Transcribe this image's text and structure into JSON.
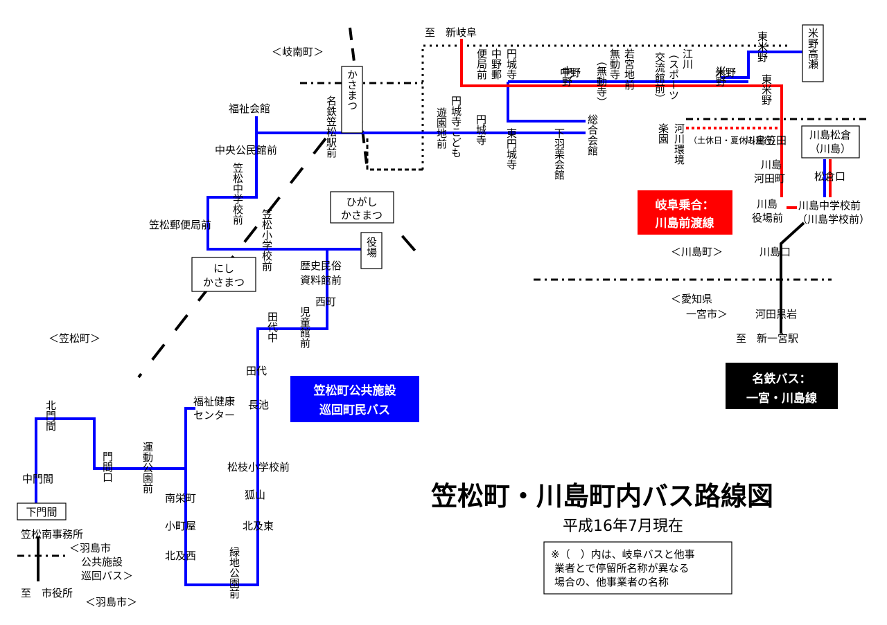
{
  "title": "笠松町・川島町内バス路線図",
  "subtitle": "平成16年7月現在",
  "note": [
    "※（　）内は、岐阜バスと他事",
    "業者とで停留所名称が異なる",
    "場合の、他事業者の名称"
  ],
  "colors": {
    "kasamatsu": "#0000ff",
    "gifu": "#ff0000",
    "meitetsu": "#000000"
  },
  "legend": {
    "kasamatsu": [
      "笠松町公共施設",
      "巡回町民バス"
    ],
    "gifu": [
      "岐阜乗合：",
      "川島前渡線"
    ],
    "meitetsu": [
      "名鉄バス：",
      "一宮・川島線"
    ]
  },
  "areas": {
    "ginan": "＜岐南町＞",
    "kasamatsu": "＜笠松町＞",
    "kawashima": "＜川島町＞",
    "ichinomiya": [
      "＜愛知県",
      "一宮市＞"
    ],
    "hashima": "＜羽島市＞",
    "hashima_bus": [
      "＜羽島市",
      "公共施設",
      "巡回バス＞"
    ]
  },
  "boxes": {
    "kasamatsu": "かさまつ",
    "higashi": [
      "ひがし",
      "かさまつ"
    ],
    "nishi": [
      "にし",
      "かさまつ"
    ],
    "yakuba": "役場",
    "shimomon": "下門間",
    "yonenoshita": "米野高瀬",
    "kawashima_matsukura": [
      "川島松倉",
      "（川島）"
    ]
  },
  "destinations": {
    "shingifu": "至　新岐阜",
    "shinichinomiya": "至　新一宮駅",
    "shiyakusho": "至　市役所"
  },
  "stops": {
    "fukushi": "福祉会館",
    "chuo": "中央公民館前",
    "kchu": "笠松中学校前",
    "yubin": "笠松郵便局前",
    "ksho": "笠松小学校前",
    "meitetsu": "名鉄笠松駅前",
    "rekishi": [
      "歴史民俗",
      "資料館前"
    ],
    "nishimachi": "西町",
    "jido": "児童館前",
    "tashiro_naka": "田代中",
    "tashiro": "田代",
    "nagaike": "長池",
    "fukushi_kenko": [
      "福祉健康",
      "センター"
    ],
    "shoshi": "松枝小学校前",
    "kitsuneyama": "狐山",
    "kitaoyobi_higashi": "北及東",
    "ryokuchi": "緑地公園前",
    "kitaoyobi_nishi": "北及西",
    "komachiya": "小町屋",
    "nanei": "南栄町",
    "undo": "運動公園前",
    "monmaguchi": "門間口",
    "kitamonma": "北門間",
    "nakamonma": "中門間",
    "kasamatsu_nan": "笠松南事務所",
    "enjoji_kodomo": "円城寺こども",
    "yuen": "遊園地前",
    "enjoji": "円城寺",
    "higashi_enjoji": "東円城寺",
    "shimohaguri": "下羽栗会館",
    "sogo": "総合会館",
    "yubin_enjoji": [
      "便局前",
      "中野郵",
      "円城寺"
    ],
    "nakano": "中野",
    "mudoji": "（無動寺）",
    "wakamiya": "若宮地前",
    "mudoji2": "無動寺",
    "edogawa": [
      "江川",
      "（スポーツ",
      "交流館前）"
    ],
    "yoneno": "米野",
    "higashi_yoneno": "東米野",
    "higashi_yoneno2": "東米野",
    "kawashima_sasada": "川島笠田",
    "rakuen": [
      "楽園",
      "河川環境"
    ],
    "weekend": "（土休日・夏休み運行）",
    "kawashima_kawada": [
      "川島",
      "河田町"
    ],
    "kawashima_yakuba": [
      "川島",
      "役場前"
    ],
    "kawashima_chu": [
      "川島中学校前",
      "（川島学校前）"
    ],
    "matsukura_guchi": "松倉口",
    "kawashima_guchi": "川島口",
    "kawada_kuroiwa": "河田黒岩"
  }
}
